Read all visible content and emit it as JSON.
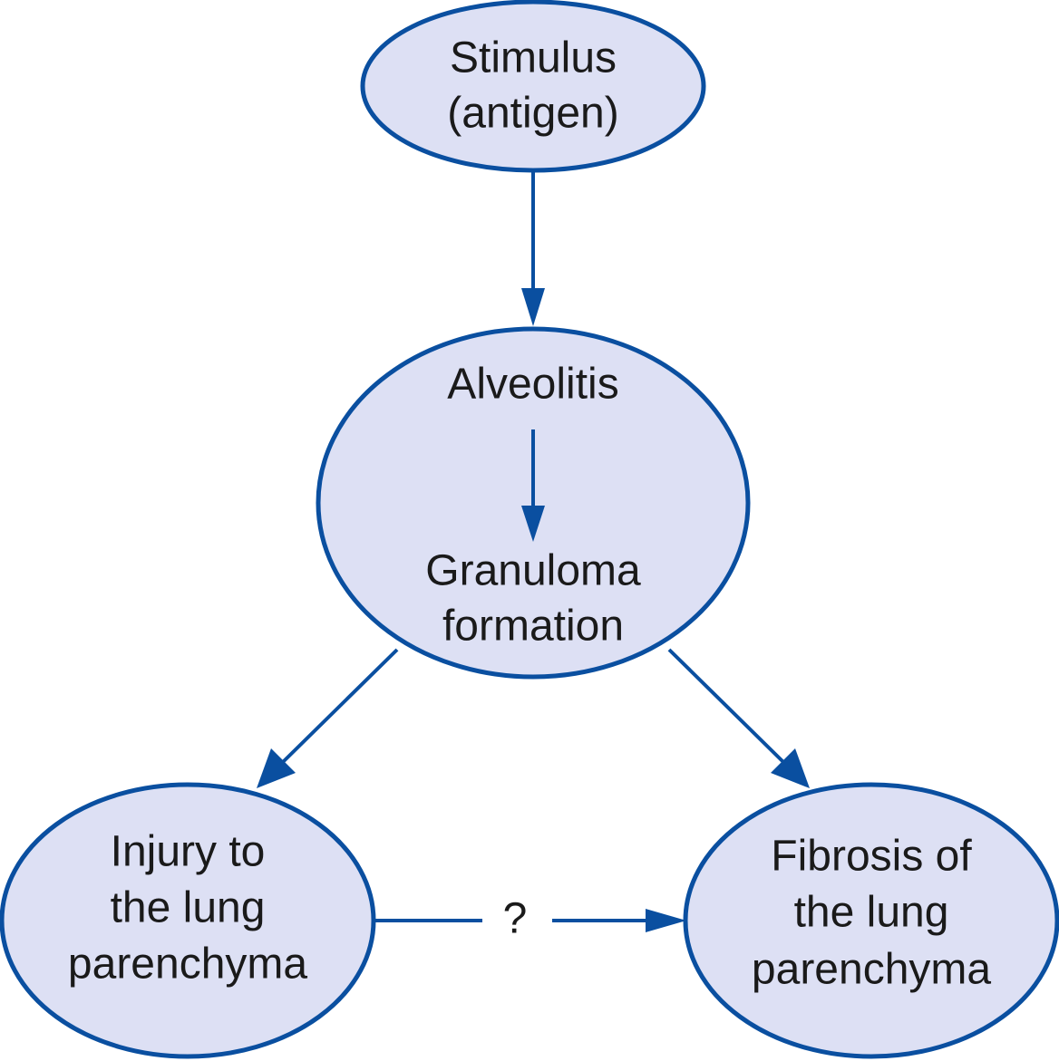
{
  "colors": {
    "node_fill": "#dde0f4",
    "node_stroke": "#0a4fa0",
    "edge": "#0a4fa0",
    "text": "#1a1a1a"
  },
  "nodes": {
    "stimulus": {
      "line1": "Stimulus",
      "line2": "(antigen)"
    },
    "center": {
      "top": "Alveolitis",
      "line1": "Granuloma",
      "line2": "formation"
    },
    "injury": {
      "line1": "Injury to",
      "line2": "the lung",
      "line3": "parenchyma"
    },
    "fibrosis": {
      "line1": "Fibrosis of",
      "line2": "the lung",
      "line3": "parenchyma"
    }
  },
  "edges": {
    "injury_to_fibrosis_label": "?"
  }
}
